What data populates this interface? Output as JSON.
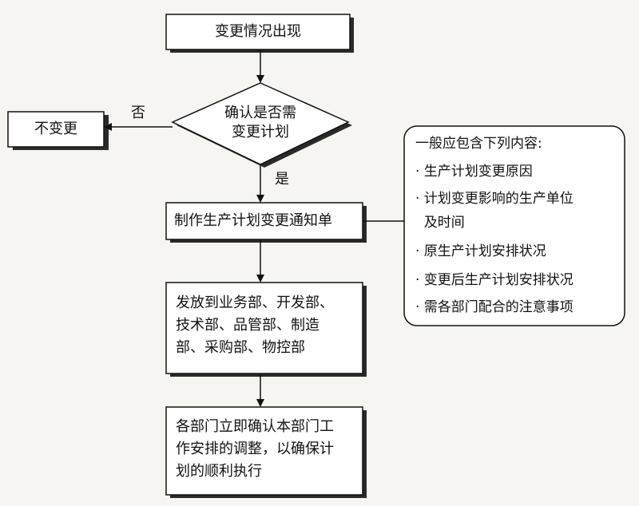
{
  "nodes": {
    "start": "变更情况出现",
    "decision": "确认是否需\n变更计划",
    "no_change": "不变更",
    "make_notice": "制作生产计划变更通知单",
    "distribute": "发放到业务部、开发部、\n技术部、品管部、制造\n部、采购部、物控部",
    "confirm": "各部门立即确认本部门工\n作安排的调整，以确保计\n划的顺利执行"
  },
  "edge_labels": {
    "no": "否",
    "yes": "是"
  },
  "note": {
    "title": "一般应包含下列内容:",
    "items": [
      "· 生产计划变更原因",
      "· 计划变更影响的生产单位",
      "  及时间",
      "· 原生产计划安排状况",
      "· 变更后生产计划安排状况",
      "· 需各部门配合的注意事项"
    ]
  }
}
